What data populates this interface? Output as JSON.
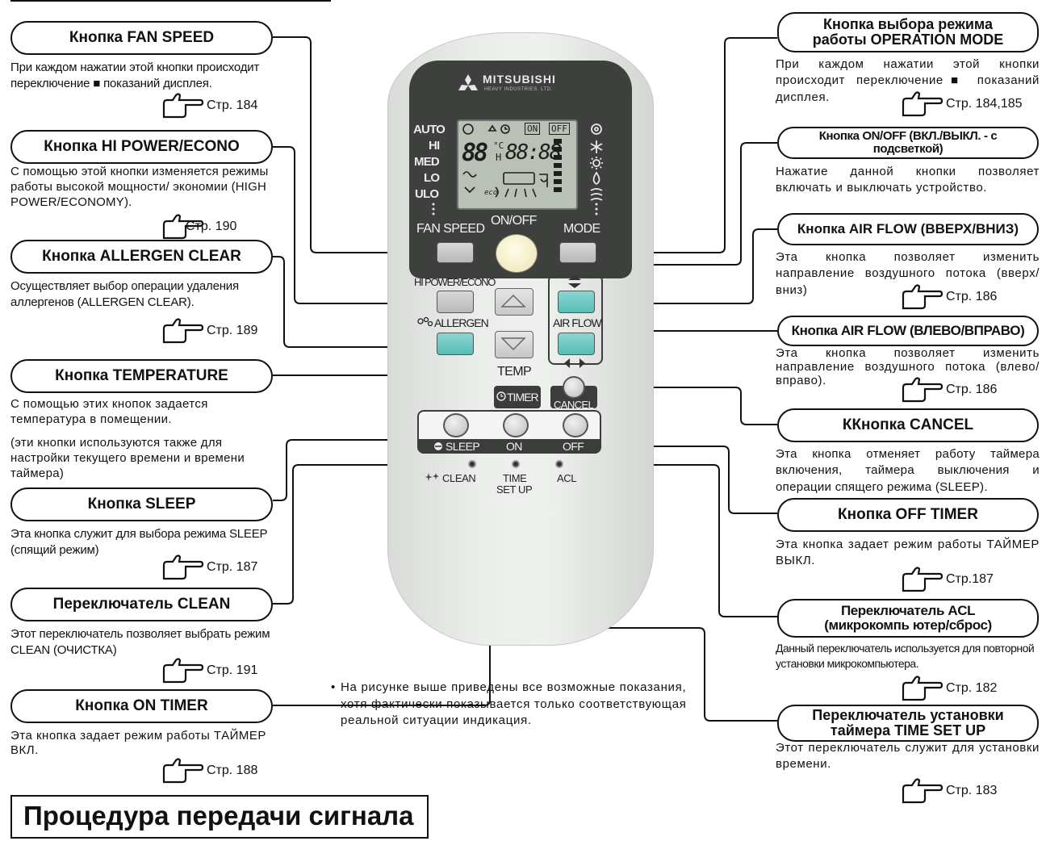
{
  "left_callouts": [
    {
      "title": "Кнопка FAN SPEED",
      "desc": "При каждом нажатии этой кнопки происходит переключение ■ показаний дисплея.",
      "ref": "Стр. 184"
    },
    {
      "title": "Кнопка HI POWER/ECONO",
      "desc": "С помощью этой кнопки изменяется режимы работы высокой мощности/ экономии (HIGH POWER/ECONOMY).",
      "ref": "Стр. 190"
    },
    {
      "title": "Кнопка ALLERGEN CLEAR",
      "desc": "Осуществляет выбор операции удаления аллергенов (ALLERGEN CLEAR).",
      "ref": "Стр. 189"
    },
    {
      "title": "Кнопка  TEMPERATURE",
      "desc": "С помощью этих кнопок задается температура в помещении.",
      "desc2": "(эти кнопки используются также для настройки текущего времени и времени таймера)"
    },
    {
      "title": "Кнопка SLEEP",
      "desc": "Эта кнопка служит для выбора режима SLEEP (спящий режим)",
      "ref": "Стр. 187"
    },
    {
      "title": "Переключатель CLEAN",
      "desc": "Этот переключатель позволяет выбрать режим CLEAN (ОЧИСТКА)",
      "ref": "Стр. 191"
    },
    {
      "title": "Кнопка ON TIMER",
      "desc": "Эта кнопка задает режим работы ТАЙМЕР ВКЛ.",
      "ref": "Стр. 188"
    }
  ],
  "right_callouts": [
    {
      "title": "Кнопка выбора режима работы  OPERATION MODE",
      "desc": "При каждом нажатии этой кнопки происходит переключение■ показаний дисплея.",
      "ref": "Стр. 184,185"
    },
    {
      "title": "Кнопка ON/OFF (ВКЛ./ВЫКЛ. - с подсветкой)",
      "desc": "Нажатие данной кнопки позволяет включать и выключать устройство."
    },
    {
      "title": "Кнопка AIR FLOW (ВВЕРХ/ВНИЗ)",
      "desc": "Эта кнопка позволяет изменить направление воздушного потока (вверх/вниз)",
      "ref": "Стр. 186"
    },
    {
      "title": "Кнопка AIR FLOW (ВЛЕВО/ВПРАВО)",
      "desc": "Эта кнопка позволяет изменить направление воздушного потока (влево/вправо).",
      "ref": "Стр. 186"
    },
    {
      "title": "ККнопка CANCEL",
      "desc": "Эта кнопка отменяет работу таймера включения, таймера выключения и операции спящего режима (SLEEP)."
    },
    {
      "title": "Кнопка OFF TIMER",
      "desc": "Эта кнопка задает  режим работы ТАЙМЕР ВЫКЛ.",
      "ref": "Стр.187"
    },
    {
      "title": "Переключатель ACL (микрокомпь ютер/сброс)",
      "desc": "Данный переключатель используется для повторной установки микрокомпьютера.",
      "ref": "Стр. 182"
    },
    {
      "title": "Переключатель установки таймера TIME SET UP",
      "desc": "Этот переключатель служит для установки времени.",
      "ref": "Стр. 183"
    }
  ],
  "remote": {
    "brand": "MITSUBISHI",
    "brand_sub": "HEAVY INDUSTRIES, LTD.",
    "fan_levels": [
      "AUTO",
      "HI",
      "MED",
      "LO",
      "ULO"
    ],
    "lcd_on": "ON",
    "lcd_off": "OFF",
    "lcd_digits_left": "88",
    "lcd_deg": "°C",
    "lcd_h": "H",
    "lcd_clock": "88:88",
    "lcd_eco": "eco",
    "fan_speed": "FAN SPEED",
    "on_off": "ON/OFF",
    "mode": "MODE",
    "hi_power": "HI POWER/ECONO",
    "allergen": "ALLERGEN",
    "air_flow": "AIR FLOW",
    "temp": "TEMP",
    "timer": "TIMER",
    "cancel": "CANCEL",
    "sleep": "SLEEP",
    "on": "ON",
    "off": "OFF",
    "clean": "CLEAN",
    "time_set_up_1": "TIME",
    "time_set_up_2": "SET UP",
    "acl": "ACL"
  },
  "note": "На рисунке выше приведены все возможные показания, хотя фактически показывается только соответствующая реальной ситуации индикация.",
  "footer_title": "Процедура передачи сигнала"
}
